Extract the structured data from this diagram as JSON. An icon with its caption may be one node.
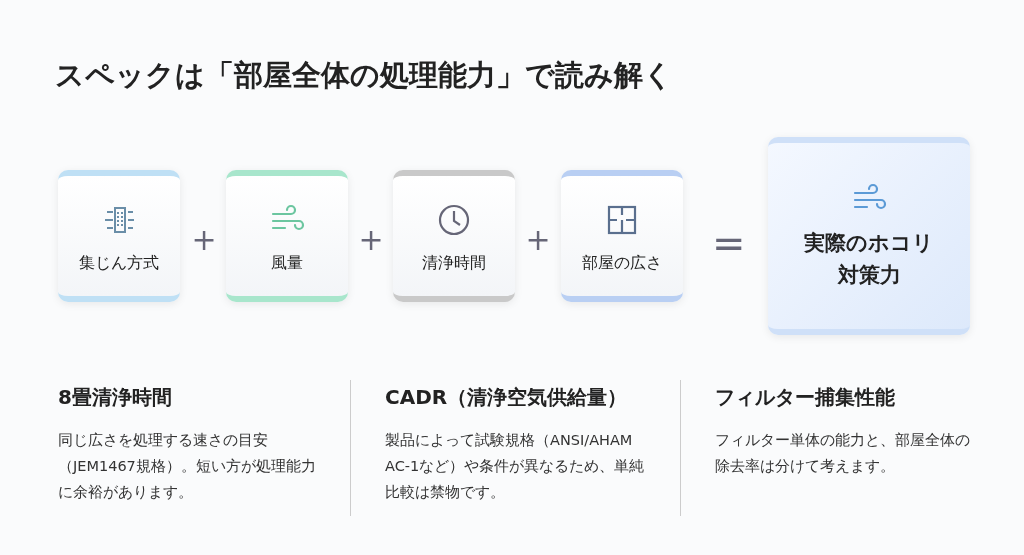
{
  "diagram": {
    "title": "スペックは「部屋全体の処理能力」で読み解く",
    "nodes": [
      {
        "text": [
          "集じん方式"
        ]
      },
      {
        "text": [
          "風量"
        ]
      },
      {
        "text": [
          "清浄時間"
        ]
      },
      {
        "text": [
          "部屋の広さ"
        ]
      },
      {
        "text": [
          "実際のホコリ対策力"
        ]
      }
    ],
    "edges": [],
    "labels": [
      "+",
      "+",
      "+",
      "=",
      "8畳清浄時間",
      "同じ広さを処理する速さの目安（JEM1467規格）。短い方が処理能力に余裕があります。",
      "CADR（清浄空気供給量）",
      "製品によって試験規格（ANSI/AHAM AC-1など）や条件が異なるため、単純比較は禁物です。",
      "フィルター捕集性能",
      "フィルター単体の能力と、部屋全体の除去率は分けて考えます。"
    ]
  }
}
